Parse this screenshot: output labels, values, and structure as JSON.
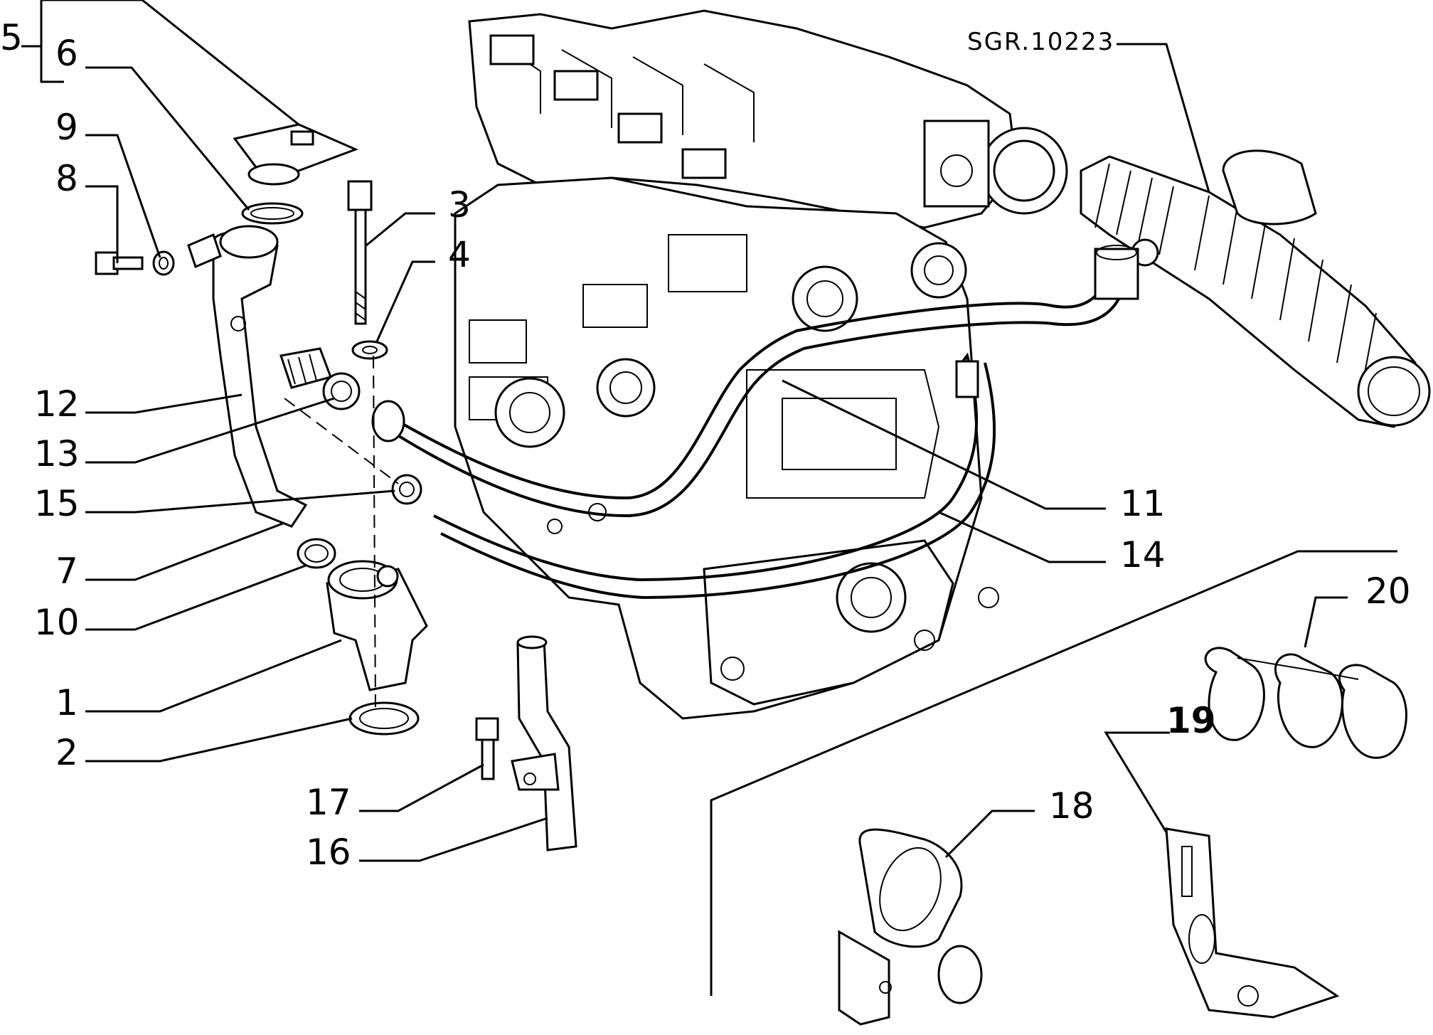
{
  "drawing_ref": "SGR.10223",
  "callouts": [
    {
      "id": "c5",
      "text": "5"
    },
    {
      "id": "c6",
      "text": "6"
    },
    {
      "id": "c9",
      "text": "9"
    },
    {
      "id": "c8",
      "text": "8"
    },
    {
      "id": "c3",
      "text": "3"
    },
    {
      "id": "c4",
      "text": "4"
    },
    {
      "id": "c12",
      "text": "12"
    },
    {
      "id": "c13",
      "text": "13"
    },
    {
      "id": "c15",
      "text": "15"
    },
    {
      "id": "c7",
      "text": "7"
    },
    {
      "id": "c10",
      "text": "10"
    },
    {
      "id": "c1",
      "text": "1"
    },
    {
      "id": "c2",
      "text": "2"
    },
    {
      "id": "c17",
      "text": "17"
    },
    {
      "id": "c16",
      "text": "16"
    },
    {
      "id": "c11",
      "text": "11"
    },
    {
      "id": "c14",
      "text": "14"
    },
    {
      "id": "c20",
      "text": "20"
    },
    {
      "id": "c19",
      "text": "19"
    },
    {
      "id": "c18",
      "text": "18"
    }
  ]
}
